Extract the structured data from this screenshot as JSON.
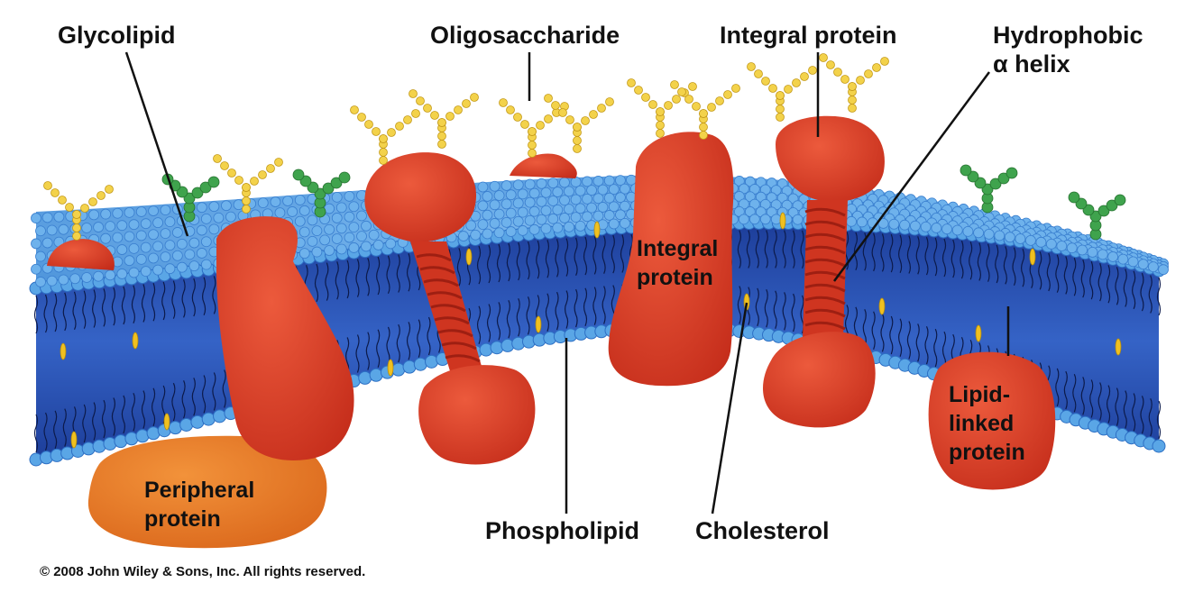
{
  "labels": {
    "glycolipid": "Glycolipid",
    "oligosaccharide": "Oligosaccharide",
    "integral_protein_top": "Integral protein",
    "hydrophobic_line1": "Hydrophobic",
    "hydrophobic_line2": "α helix",
    "integral_protein_inner_line1": "Integral",
    "integral_protein_inner_line2": "protein",
    "lipid_linked_line1": "Lipid-",
    "lipid_linked_line2": "linked",
    "lipid_linked_line3": "protein",
    "peripheral_line1": "Peripheral",
    "peripheral_line2": "protein",
    "phospholipid": "Phospholipid",
    "cholesterol": "Cholesterol",
    "copyright": "© 2008 John Wiley & Sons, Inc. All rights reserved."
  },
  "colors": {
    "head_blue": "#5aa6e6",
    "head_blue_dark": "#2d6fc4",
    "bilayer_core": "#2f57b8",
    "protein_red": "#de3a22",
    "protein_red_dark": "#b8261a",
    "peripheral_orange": "#e8741e",
    "sugar_yellow": "#f3d24a",
    "glycolipid_green": "#3fa34d",
    "cholesterol_yellow": "#f0c020"
  }
}
